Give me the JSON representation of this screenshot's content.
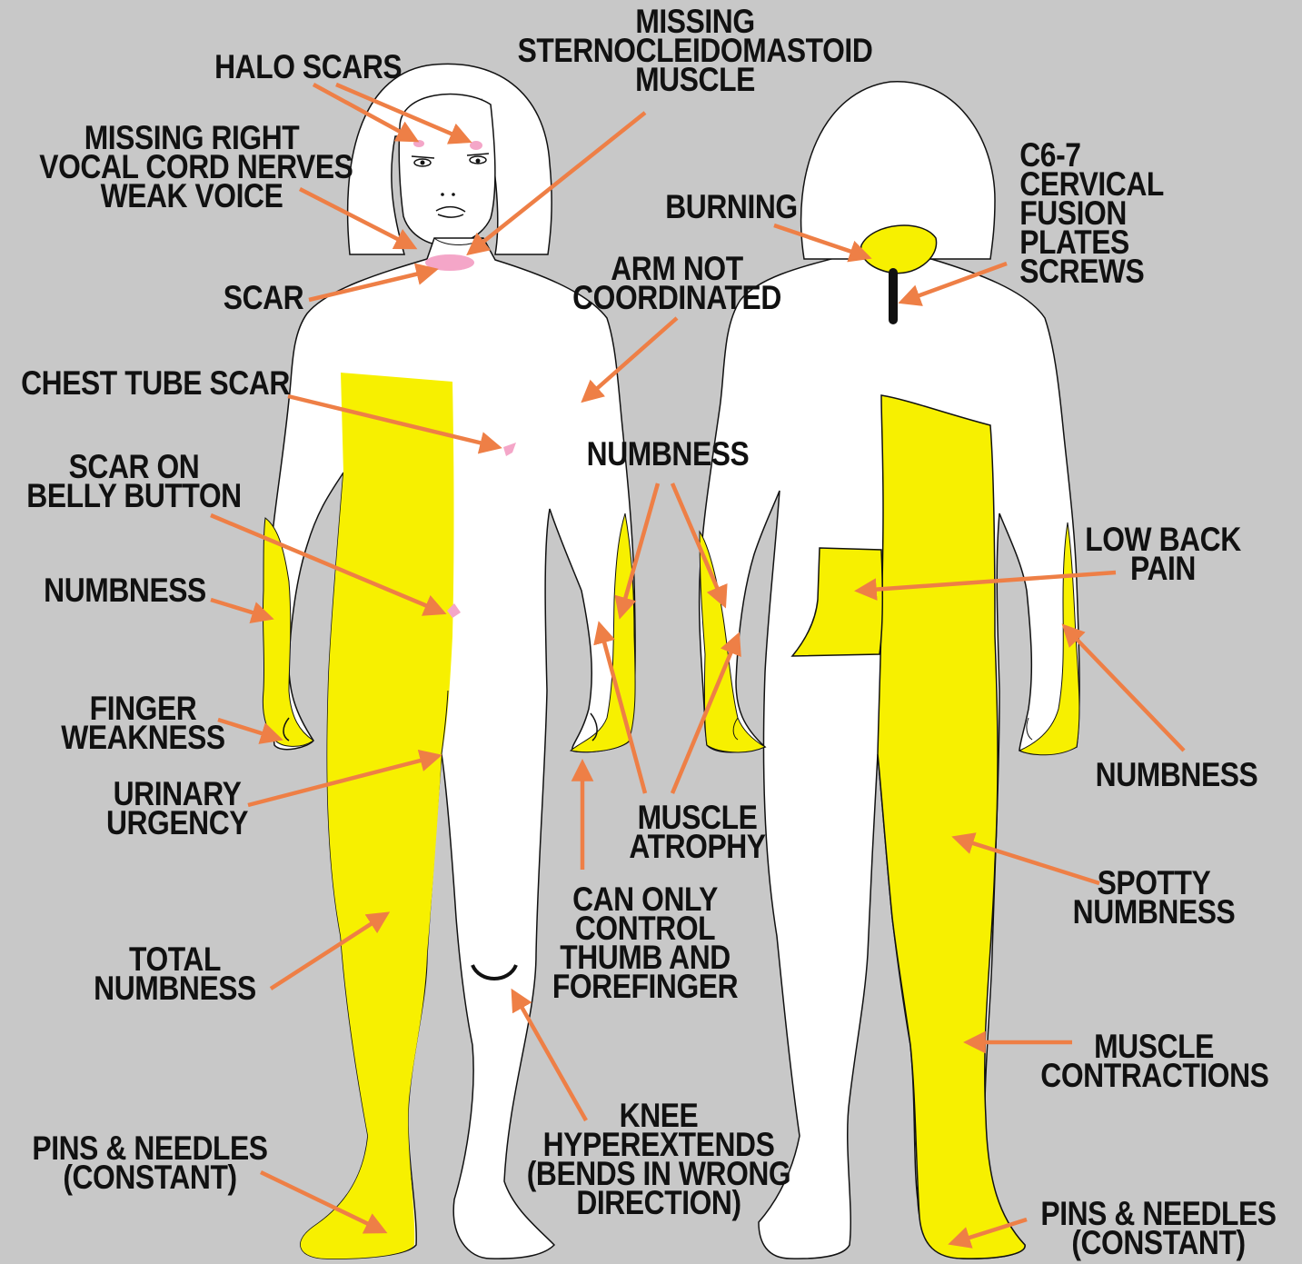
{
  "colors": {
    "background": "#c8c8c8",
    "body_fill": "#ffffff",
    "body_outline": "#111111",
    "affected_area": "#f7f000",
    "scar": "#f4a6c8",
    "arrow": "#ee7f46",
    "label_text": "#111111",
    "fusion_plate": "#111111"
  },
  "figures": {
    "front": {
      "description": "front view of body"
    },
    "back": {
      "description": "back view of body"
    }
  },
  "labels": [
    {
      "key": "halo_scars",
      "lines": [
        "HALO SCARS"
      ]
    },
    {
      "key": "missing_scm",
      "lines": [
        "MISSING",
        "STERNOCLEIDOMASTOID",
        "MUSCLE"
      ]
    },
    {
      "key": "vocal_cord",
      "lines": [
        "MISSING RIGHT",
        "VOCAL CORD NERVES",
        "WEAK VOICE"
      ]
    },
    {
      "key": "scar",
      "lines": [
        "SCAR"
      ]
    },
    {
      "key": "arm_not_coordinated",
      "lines": [
        "ARM NOT",
        "COORDINATED"
      ]
    },
    {
      "key": "chest_tube_scar",
      "lines": [
        "CHEST TUBE SCAR"
      ]
    },
    {
      "key": "belly_button",
      "lines": [
        "SCAR ON",
        "BELLY BUTTON"
      ]
    },
    {
      "key": "numbness_left",
      "lines": [
        "NUMBNESS"
      ]
    },
    {
      "key": "numbness_center",
      "lines": [
        "NUMBNESS"
      ]
    },
    {
      "key": "finger_weakness",
      "lines": [
        "FINGER",
        "WEAKNESS"
      ]
    },
    {
      "key": "urinary_urgency",
      "lines": [
        "URINARY",
        "URGENCY"
      ]
    },
    {
      "key": "muscle_atrophy",
      "lines": [
        "MUSCLE",
        "ATROPHY"
      ]
    },
    {
      "key": "thumb_forefinger",
      "lines": [
        "CAN ONLY",
        "CONTROL",
        "THUMB AND",
        "FOREFINGER"
      ]
    },
    {
      "key": "total_numbness",
      "lines": [
        "TOTAL",
        "NUMBNESS"
      ]
    },
    {
      "key": "knee",
      "lines": [
        "KNEE",
        "HYPEREXTENDS",
        "(BENDS IN WRONG",
        "DIRECTION)"
      ]
    },
    {
      "key": "pins_front",
      "lines": [
        "PINS & NEEDLES",
        "(CONSTANT)"
      ]
    },
    {
      "key": "burning",
      "lines": [
        "BURNING"
      ]
    },
    {
      "key": "fusion",
      "lines": [
        "C6-7",
        "CERVICAL",
        "FUSION",
        "PLATES",
        "SCREWS"
      ]
    },
    {
      "key": "low_back_pain",
      "lines": [
        "LOW BACK",
        "PAIN"
      ]
    },
    {
      "key": "numbness_right",
      "lines": [
        "NUMBNESS"
      ]
    },
    {
      "key": "spotty_numbness",
      "lines": [
        "SPOTTY",
        "NUMBNESS"
      ]
    },
    {
      "key": "muscle_contractions",
      "lines": [
        "MUSCLE",
        "CONTRACTIONS"
      ]
    },
    {
      "key": "pins_back",
      "lines": [
        "PINS & NEEDLES",
        "(CONSTANT)"
      ]
    }
  ]
}
